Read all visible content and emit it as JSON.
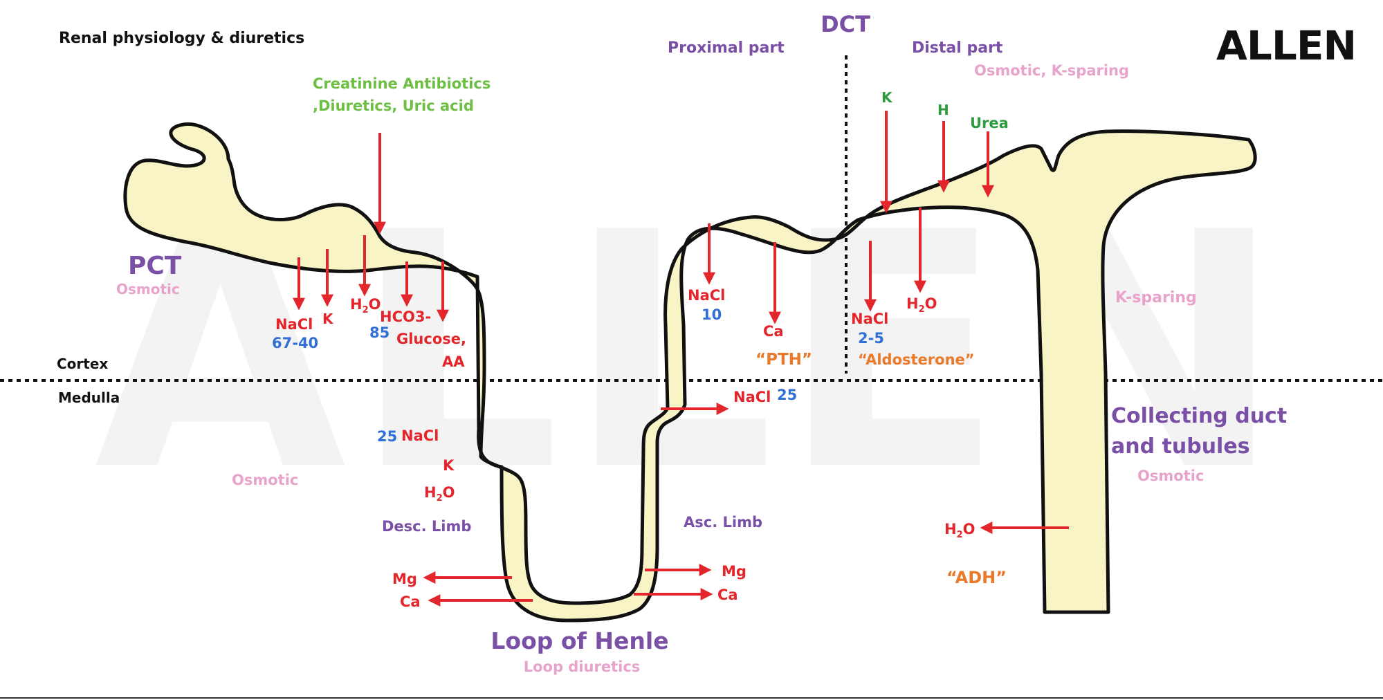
{
  "header": {
    "title": "Renal physiology & diuretics",
    "logo_text": "ALLEN",
    "watermark_text": "ALLEN"
  },
  "colors": {
    "tubule_fill": "#f9f4c6",
    "outline": "#111111",
    "arrow": "#e3262b",
    "substance": "#e3262b",
    "percent": "#2f6fd6",
    "segment": "#7a4fa6",
    "diuretic": "#e7a3c9",
    "hormone": "#ea7a2b",
    "green": "#2e9b3f",
    "light_green": "#6cbf42"
  },
  "regions": {
    "cortex": "Cortex",
    "medulla": "Medulla"
  },
  "pct": {
    "name": "PCT",
    "diuretic": "Osmotic",
    "secreted_line1": "Creatinine Antibiotics",
    "secreted_line2": ",Diuretics, Uric acid",
    "nacl": "NaCl",
    "nacl_pct": "67-40",
    "k": "K",
    "h2o": "H",
    "h2o_sub": "2",
    "h2o_o": "O",
    "h2o_pct": "85",
    "hco3": "HCO3-",
    "glucose": "Glucose,",
    "aa": "AA"
  },
  "loop": {
    "name": "Loop of Henle",
    "diuretic": "Loop diuretics",
    "medulla_diuretic": "Osmotic",
    "desc_pct": "25",
    "desc_nacl": "NaCl",
    "desc_k": "K",
    "desc_h": "H",
    "desc_sub": "2",
    "desc_o": "O",
    "desc_limb": "Desc. Limb",
    "asc_limb": "Asc. Limb",
    "asc_nacl": "NaCl",
    "asc_pct": "25",
    "mg_left": "Mg",
    "ca_left": "Ca",
    "mg_right": "Mg",
    "ca_right": "Ca"
  },
  "dct": {
    "name": "DCT",
    "proximal": "Proximal part",
    "distal": "Distal part",
    "distal_diuretic": "Osmotic, K-sparing",
    "prox_nacl": "NaCl",
    "prox_pct": "10",
    "prox_ca": "Ca",
    "pth": "“PTH”",
    "dist_nacl": "NaCl",
    "dist_pct": "2-5",
    "dist_h": "H",
    "dist_sub": "2",
    "dist_o": "O",
    "aldosterone": "“Aldosterone”",
    "k": "K",
    "h": "H",
    "urea": "Urea"
  },
  "collecting": {
    "name_line1": "Collecting duct",
    "name_line2": "and tubules",
    "diuretic_ksparing": "K-sparing",
    "diuretic_osmotic": "Osmotic",
    "h": "H",
    "sub": "2",
    "o": "O",
    "adh": "“ADH”"
  }
}
